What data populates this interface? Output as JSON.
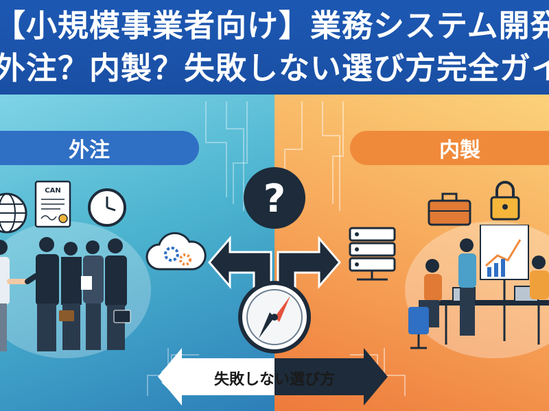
{
  "title": {
    "line1": "【小規模事業者向け】業務システム開発",
    "line2": "外注？内製？失敗しない選び方完全ガイド"
  },
  "left_panel": {
    "label": "外注",
    "document_caption": "CAN"
  },
  "right_panel": {
    "label": "内製"
  },
  "bottom_label": "失敗しない選び方",
  "icons": [
    "globe-icon",
    "contract-document-icon",
    "clock-icon",
    "cloud-gear-icon",
    "question-icon",
    "server-icon",
    "compass-icon",
    "toolbox-icon",
    "lock-icon"
  ],
  "colors": {
    "banner": "#1c58b3",
    "left_accent": "#2f6fc4",
    "right_accent": "#f08a3b",
    "dark": "#1d2b3a"
  }
}
